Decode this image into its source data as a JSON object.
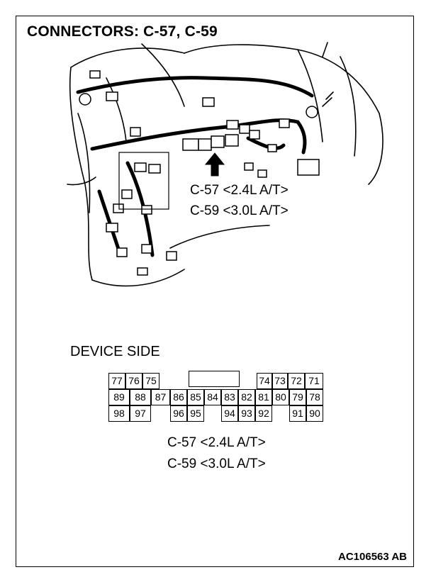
{
  "title": "CONNECTORS: C-57, C-59",
  "top_labels": {
    "line1": "C-57 <2.4L A/T>",
    "line2": "C-59 <3.0L A/T>"
  },
  "device_side": "DEVICE SIDE",
  "connector": {
    "row1": [
      "77",
      "76",
      "75",
      "74",
      "73",
      "72",
      "71"
    ],
    "row2": [
      "89",
      "88",
      "87",
      "86",
      "85",
      "84",
      "83",
      "82",
      "81",
      "80",
      "79",
      "78"
    ],
    "row3": [
      "98",
      "97",
      "96",
      "95",
      "94",
      "93",
      "92",
      "91",
      "90"
    ]
  },
  "bottom_labels": {
    "line1": "C-57 <2.4L A/T>",
    "line2": "C-59 <3.0L A/T>"
  },
  "reference_code": "AC106563 AB"
}
